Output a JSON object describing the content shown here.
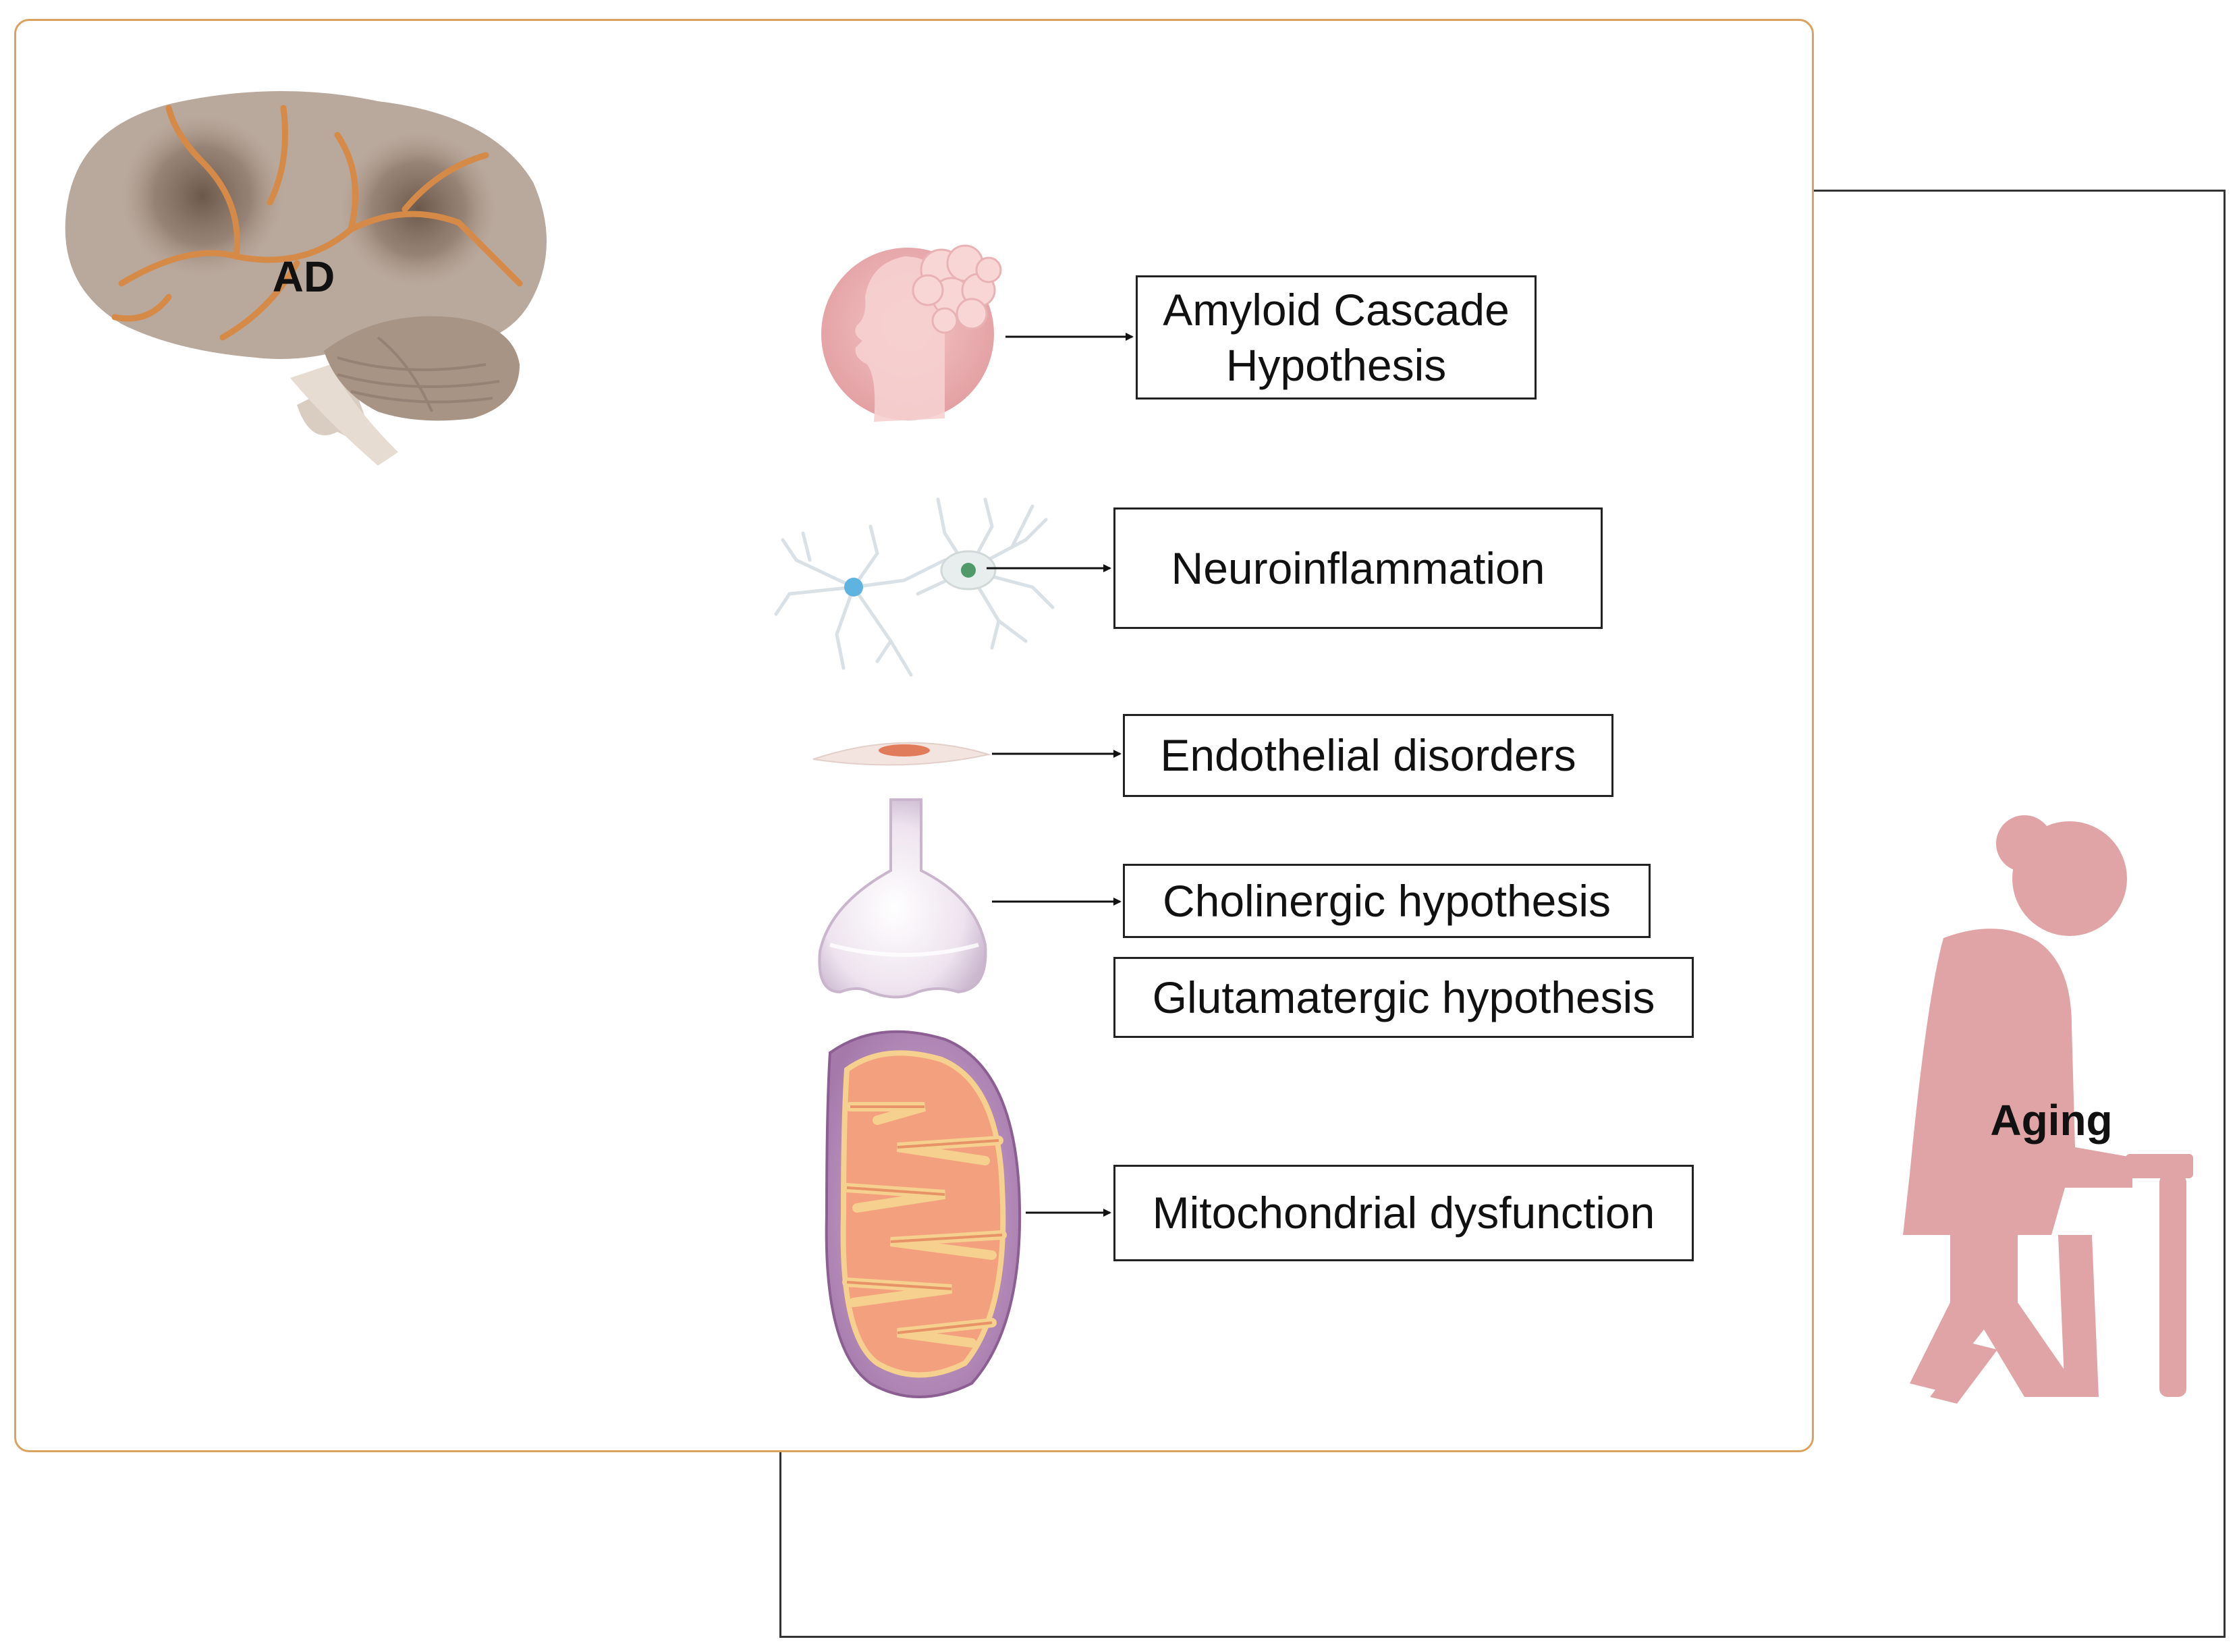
{
  "diagram": {
    "brain_label": "AD",
    "aging_label": "Aging",
    "hypotheses": [
      {
        "id": "amyloid",
        "label": "Amyloid Cascade\nHypothesis",
        "icon": "head-plaque-icon"
      },
      {
        "id": "neuroinflammation",
        "label": "Neuroinflammation",
        "icon": "glial-cells-icon"
      },
      {
        "id": "endothelial",
        "label": "Endothelial disorders",
        "icon": "endothelial-cell-icon"
      },
      {
        "id": "cholinergic",
        "label": "Cholinergic hypothesis",
        "icon": "synapse-icon"
      },
      {
        "id": "glutamatergic",
        "label": "Glutamatergic hypothesis",
        "icon": "synapse-icon"
      },
      {
        "id": "mitochondrial",
        "label": "Mitochondrial dysfunction",
        "icon": "mitochondrion-icon"
      }
    ],
    "colors": {
      "front_border": "#d9a25e",
      "back_border": "#333333",
      "aging_figure": "#e0a4a6",
      "brain": "#b9a89c",
      "vessels": "#d68a47",
      "mitochondrion_outer": "#b98bbd",
      "mitochondrion_inner": "#f08c6e"
    }
  }
}
